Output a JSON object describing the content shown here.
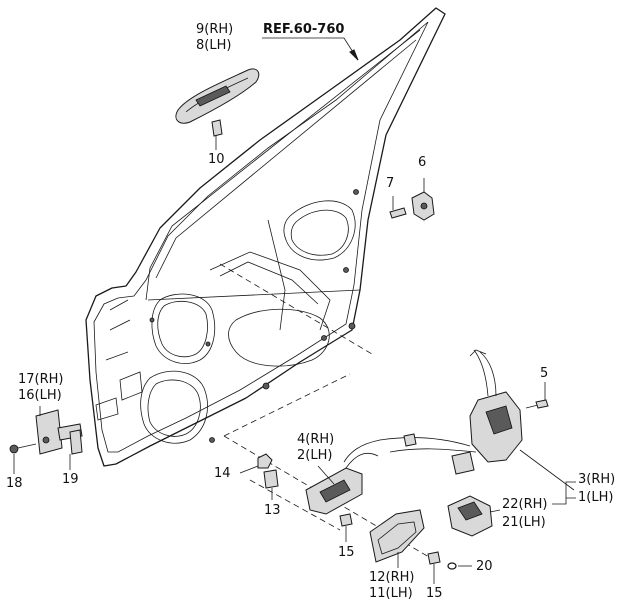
{
  "labels": {
    "ref": "REF.60-760",
    "p9": "9(RH)",
    "p8": "8(LH)",
    "p10": "10",
    "p7": "7",
    "p6": "6",
    "p5": "5",
    "p17": "17(RH)",
    "p16": "16(LH)",
    "p18": "18",
    "p19": "19",
    "p4": "4(RH)",
    "p2": "2(LH)",
    "p14": "14",
    "p13": "13",
    "p15a": "15",
    "p15b": "15",
    "p12": "12(RH)",
    "p11": "11(LH)",
    "p20": "20",
    "p3": "3(RH)",
    "p1": "1(LH)",
    "p22": "22(RH)",
    "p21": "21(LH)"
  },
  "colors": {
    "line": "#1a1a1a",
    "part_fill": "#d9d9d9",
    "dark_fill": "#5a5a5a",
    "background": "#ffffff"
  }
}
